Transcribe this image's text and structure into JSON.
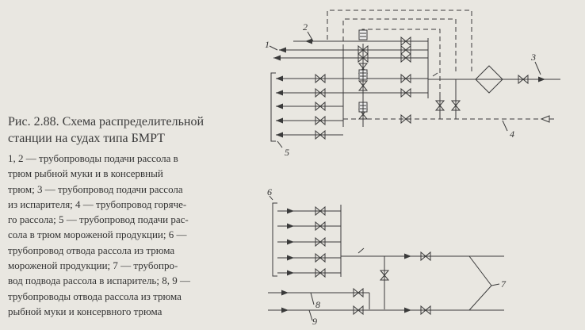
{
  "caption": {
    "title_line1": "Рис. 2.88. Схема распределительной",
    "title_line2": "станции на судах типа БМРТ",
    "body_lines": [
      "1, 2 — трубопроводы подачи рассола в",
      "трюм рыбной муки и в консервный",
      "трюм; 3 — трубопровод подачи рассола",
      "из испарителя; 4 — трубопровод горяче-",
      "го рассола; 5 — трубопровод подачи рас-",
      "сола в трюм мороженой продукции; 6 —",
      "трубопровод отвода рассола из трюма",
      "мороженой продукции;  7 — трубопро-",
      "вод подвода рассола в испаритель; 8, 9 —",
      "трубопроводы отвода рассола из трюма",
      "рыбной муки и консервного трюма"
    ]
  },
  "labels": {
    "l1": "1",
    "l2": "2",
    "l3": "3",
    "l4": "4",
    "l5": "5",
    "l6": "6",
    "l7": "7",
    "l8": "8",
    "l9": "9"
  },
  "colors": {
    "ink": "#3a3a3a",
    "paper": "#e9e7e1"
  },
  "icons": [
    "valve-icon",
    "filter-icon",
    "flow-arrow-icon"
  ]
}
